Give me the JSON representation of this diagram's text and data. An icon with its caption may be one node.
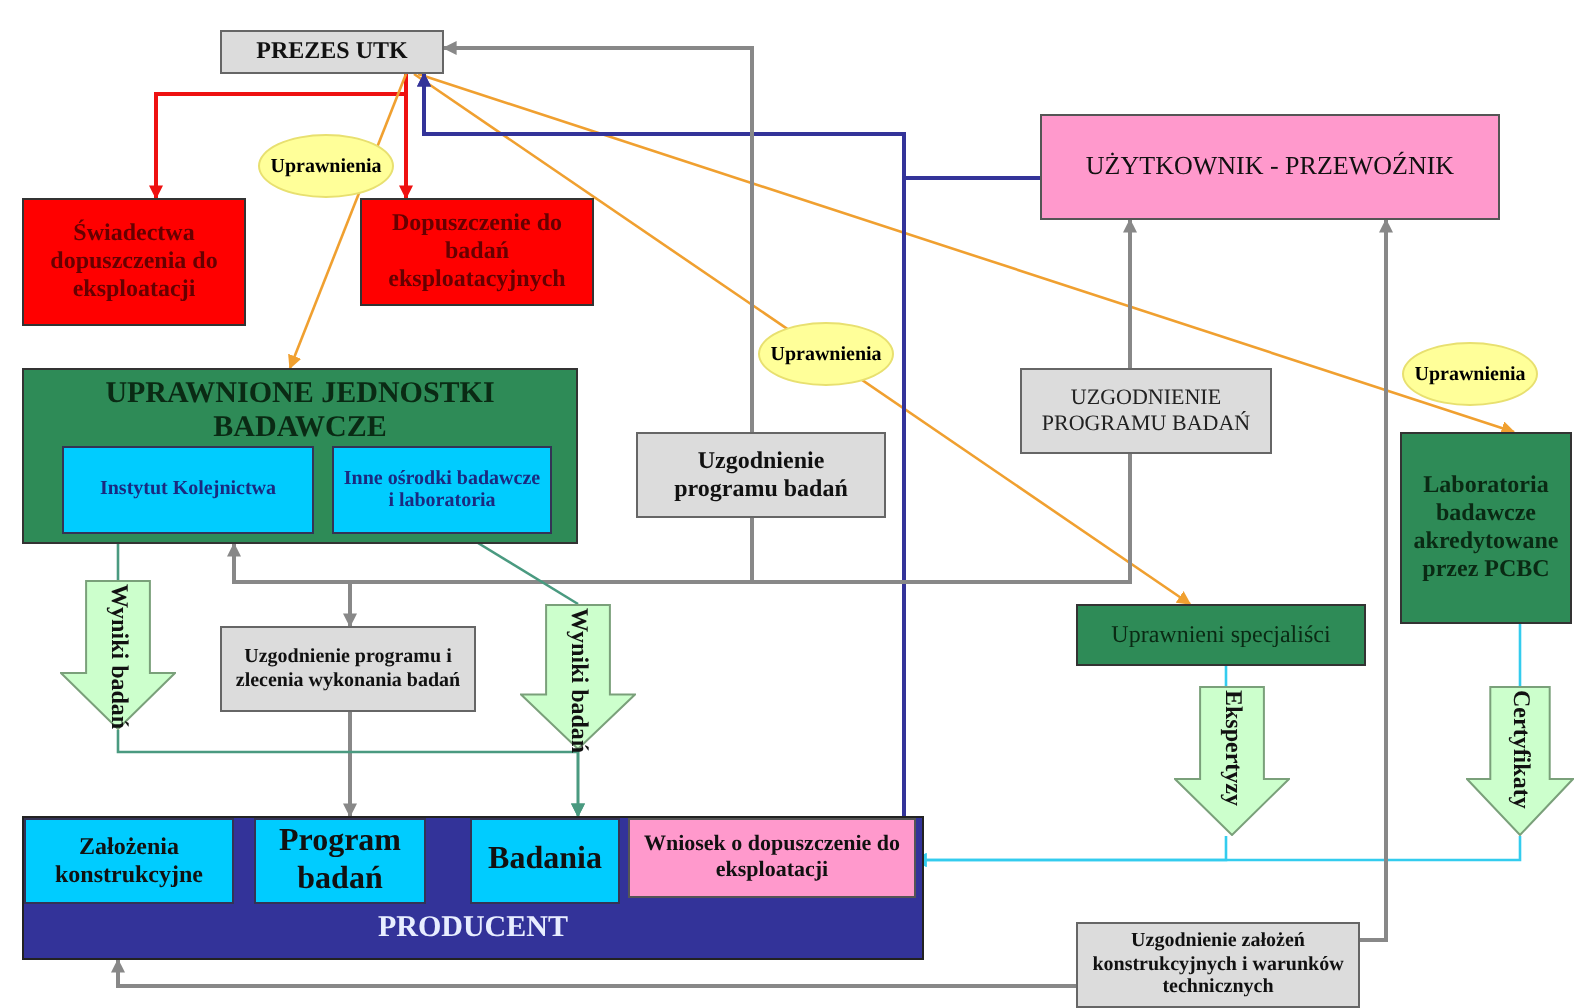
{
  "diagram": {
    "nodes": [
      {
        "text": [
          "PREZES UTK"
        ]
      },
      {
        "text": [
          "Świadectwa dopuszczenia do eksploatacji"
        ]
      },
      {
        "text": [
          "Dopuszczenie do badań eksploatacyjnych"
        ]
      },
      {
        "text": [
          "UŻYTKOWNIK - PRZEWOŹNIK"
        ]
      },
      {
        "text": [
          "UPRAWNIONE JEDNOSTKI BADAWCZE"
        ]
      },
      {
        "text": [
          "Instytut Kolejnictwa"
        ],
        "in": 4
      },
      {
        "text": [
          "Inne ośrodki badawcze i laboratoria"
        ],
        "in": 4
      },
      {
        "text": [
          "Uzgodnienie programu badań"
        ]
      },
      {
        "text": [
          "UZGODNIENIE PROGRAMU BADAŃ"
        ]
      },
      {
        "text": [
          "Laboratoria badawcze akredytowane przez PCBC"
        ]
      },
      {
        "text": [
          "Wyniki badań"
        ]
      },
      {
        "text": [
          "Uzgodnienie programu i zlecenia wykonania badań"
        ]
      },
      {
        "text": [
          "Wyniki badań"
        ]
      },
      {
        "text": [
          "Uprawnieni specjaliści"
        ]
      },
      {
        "text": [
          "Ekspertyzy"
        ]
      },
      {
        "text": [
          "Certyfikaty"
        ]
      },
      {
        "text": [
          "PRODUCENT"
        ]
      },
      {
        "text": [
          "Założenia konstrukcyjne"
        ],
        "in": 16
      },
      {
        "text": [
          "Program badań"
        ],
        "in": 16
      },
      {
        "text": [
          "Badania"
        ],
        "in": 16
      },
      {
        "text": [
          "Wniosek o dopuszczenie do eksploatacji"
        ],
        "in": 16
      },
      {
        "text": [
          "Uzgodnienie założeń konstrukcyjnych i warunków technicznych"
        ]
      }
    ],
    "edges": [
      {
        "from": 0,
        "to": 1,
        "arrow": "to",
        "color": "#ee1111"
      },
      {
        "from": 0,
        "to": 2,
        "arrow": "to",
        "color": "#ee1111"
      },
      {
        "from": 0,
        "to": 4,
        "arrow": "to",
        "label": "Uprawnienia",
        "color": "#f0a030"
      },
      {
        "from": 0,
        "to": 13,
        "arrow": "to",
        "label": "Uprawnienia",
        "color": "#f0a030"
      },
      {
        "from": 0,
        "to": 9,
        "arrow": "to",
        "label": "Uprawnienia",
        "color": "#f0a030"
      },
      {
        "from": 3,
        "to": 0,
        "arrow": "to",
        "color": "#333399"
      },
      {
        "from": 16,
        "to": 0,
        "arrow": "to",
        "color": "#333399"
      },
      {
        "from": 7,
        "to": 0,
        "arrow": "to"
      },
      {
        "from": 7,
        "to": 4,
        "arrow": "to"
      },
      {
        "from": 7,
        "to": 11,
        "arrow": "to"
      },
      {
        "from": 8,
        "to": 3,
        "arrow": "to"
      },
      {
        "from": 8,
        "to": 7,
        "arrow": "none"
      },
      {
        "from": 11,
        "to": 18,
        "arrow": "to"
      },
      {
        "from": 5,
        "to": 10,
        "arrow": "none",
        "color": "#4a9a80"
      },
      {
        "from": 6,
        "to": 12,
        "arrow": "none",
        "color": "#4a9a80"
      },
      {
        "from": 10,
        "to": 19,
        "arrow": "to",
        "color": "#4a9a80"
      },
      {
        "from": 12,
        "to": 19,
        "arrow": "to",
        "color": "#4a9a80"
      },
      {
        "from": 13,
        "to": 14,
        "arrow": "none",
        "color": "#33ccee"
      },
      {
        "from": 9,
        "to": 15,
        "arrow": "none",
        "color": "#33ccee"
      },
      {
        "from": 14,
        "to": 20,
        "arrow": "to",
        "color": "#33ccee"
      },
      {
        "from": 15,
        "to": 20,
        "arrow": "to",
        "color": "#33ccee"
      },
      {
        "from": 21,
        "to": 3,
        "arrow": "to"
      },
      {
        "from": 21,
        "to": 16,
        "arrow": "to"
      }
    ]
  }
}
